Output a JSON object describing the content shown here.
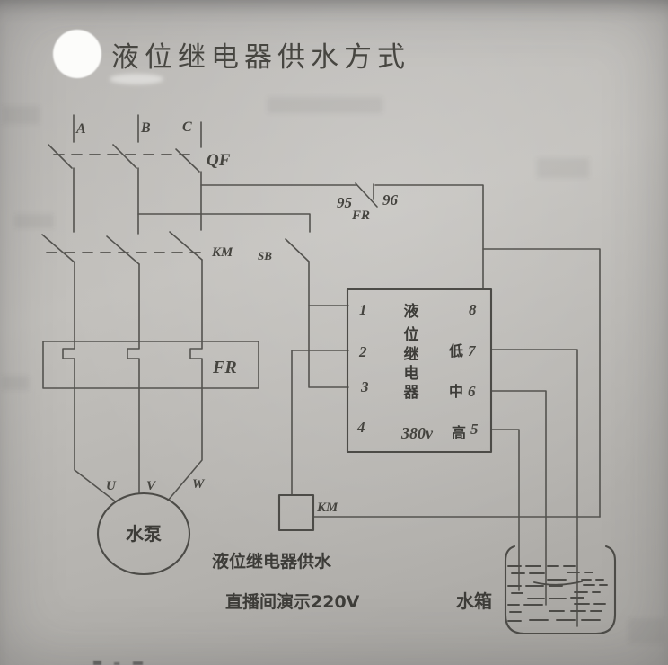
{
  "page": {
    "title": "液位继电器供水方式"
  },
  "colors": {
    "paper": "#b9b7b4",
    "ink": "#54534f",
    "label_ink": "#3d3c38",
    "highlight_dot": "#fcfcfa"
  },
  "power": {
    "phase_labels": [
      "A",
      "B",
      "C"
    ],
    "breaker_label": "QF",
    "contactor_label": "KM"
  },
  "control": {
    "switch_label": "SB",
    "overload_contact": {
      "label": "FR",
      "left_terminal": "95",
      "right_terminal": "96"
    }
  },
  "overload_box": {
    "label": "FR"
  },
  "relay": {
    "name_chars": [
      "液",
      "位",
      "继",
      "电",
      "器"
    ],
    "left_terminals": [
      "1",
      "2",
      "3",
      "4"
    ],
    "right_terminals": [
      {
        "num": "8",
        "level": ""
      },
      {
        "num": "7",
        "level": "低"
      },
      {
        "num": "6",
        "level": "中"
      },
      {
        "num": "5",
        "level": "高"
      }
    ],
    "voltage": "380v"
  },
  "coil": {
    "label": "KM"
  },
  "motor": {
    "label": "水泵",
    "terminal_labels": [
      "U",
      "V",
      "W"
    ]
  },
  "tank": {
    "label": "水箱"
  },
  "notes": {
    "line1": "液位继电器供水",
    "line2": "直播间演示220V"
  }
}
